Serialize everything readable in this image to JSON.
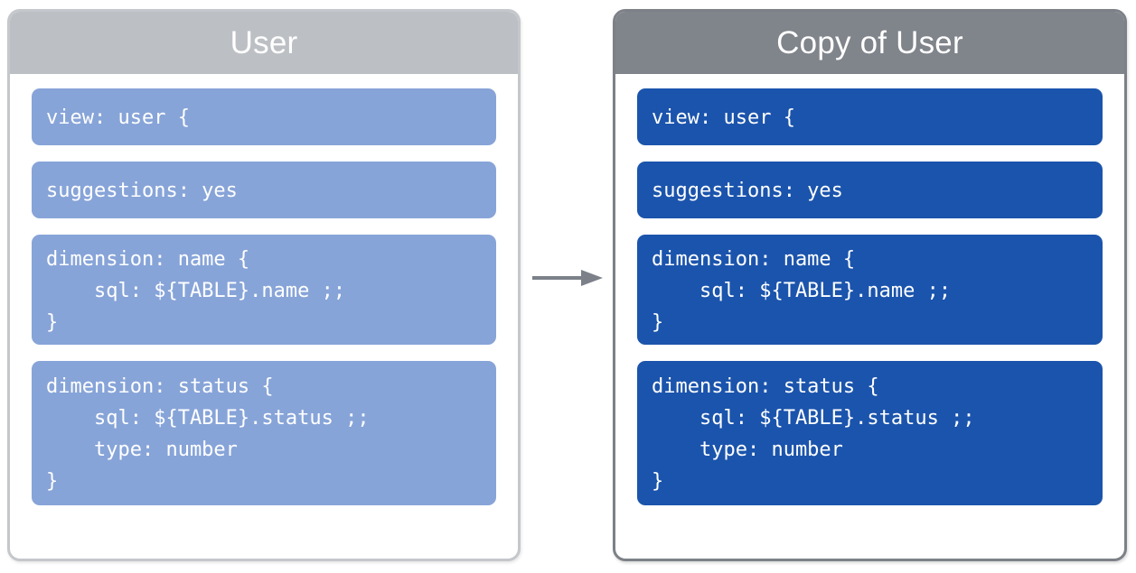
{
  "diagram": {
    "title_semantic": "lookml-view-copy-diagram",
    "colors": {
      "left_header_bg": "#bcc0c4",
      "right_header_bg": "#80848b",
      "left_code_bg": "#87a4d8",
      "right_code_bg": "#1b54ac",
      "left_border": "#c4c7cb",
      "right_border": "#7d8187",
      "arrow": "#7b8089",
      "code_text": "#ffffff",
      "header_text": "#ffffff",
      "page_bg": "#ffffff"
    }
  },
  "panels": [
    {
      "id": "source-panel",
      "header": "User",
      "blocks": [
        {
          "id": "view-declaration",
          "lines": [
            "view: user {"
          ]
        },
        {
          "id": "suggestions-setting",
          "lines": [
            "suggestions: yes"
          ]
        },
        {
          "id": "dimension-name",
          "lines": [
            "dimension: name {",
            "    sql: ${TABLE}.name ;;",
            "}"
          ]
        },
        {
          "id": "dimension-status",
          "lines": [
            "dimension: status {",
            "    sql: ${TABLE}.status ;;",
            "    type: number",
            "}"
          ]
        }
      ]
    },
    {
      "id": "copy-panel",
      "header": "Copy of User",
      "blocks": [
        {
          "id": "view-declaration",
          "lines": [
            "view: user {"
          ]
        },
        {
          "id": "suggestions-setting",
          "lines": [
            "suggestions: yes"
          ]
        },
        {
          "id": "dimension-name",
          "lines": [
            "dimension: name {",
            "    sql: ${TABLE}.name ;;",
            "}"
          ]
        },
        {
          "id": "dimension-status",
          "lines": [
            "dimension: status {",
            "    sql: ${TABLE}.status ;;",
            "    type: number",
            "}"
          ]
        }
      ]
    }
  ],
  "arrow": {
    "name": "copy-arrow",
    "direction": "right"
  }
}
